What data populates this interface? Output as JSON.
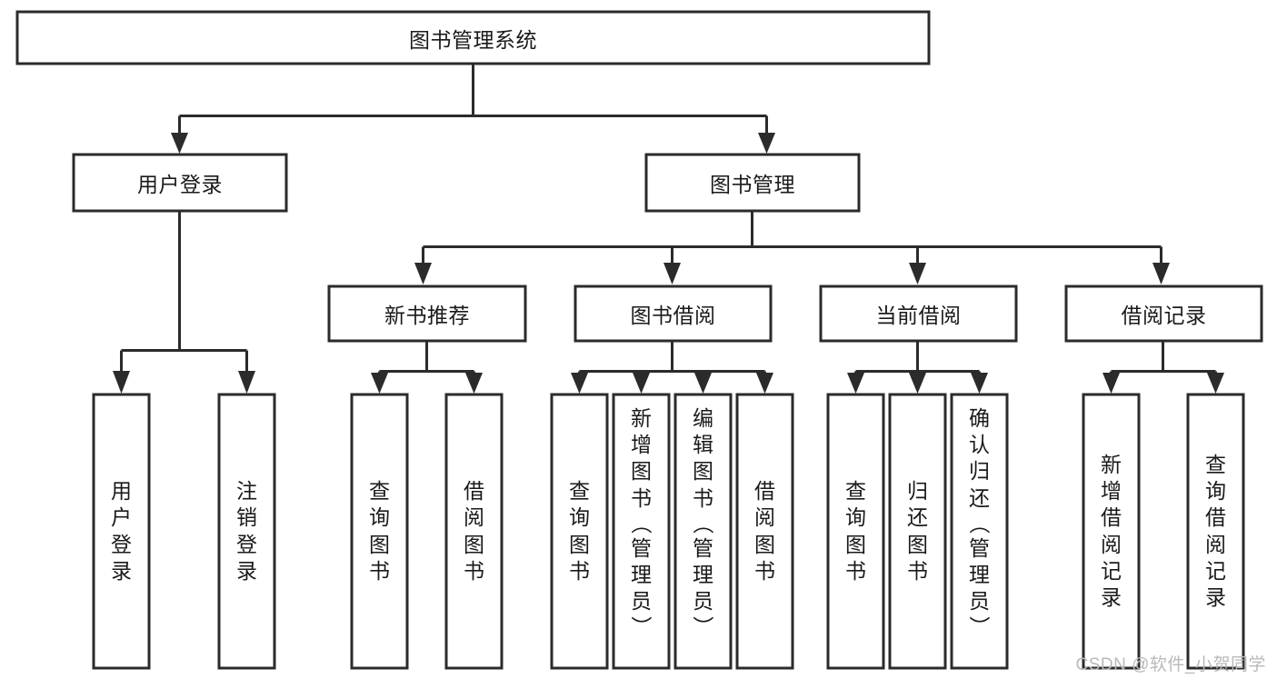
{
  "diagram": {
    "title": "图书管理系统",
    "watermark": "CSDN @软件_小贺同学",
    "colors": {
      "stroke": "#2b2b2b",
      "box_fill": "#ffffff",
      "text": "#1a1a1a",
      "background": "#ffffff",
      "watermark": "#b9b9b9"
    },
    "root": {
      "label": "图书管理系统",
      "level": 1
    },
    "level2": [
      {
        "label": "用户登录"
      },
      {
        "label": "图书管理"
      }
    ],
    "level3": [
      {
        "label": "新书推荐"
      },
      {
        "label": "图书借阅"
      },
      {
        "label": "当前借阅"
      },
      {
        "label": "借阅记录"
      }
    ],
    "leaves": {
      "user_login": [
        {
          "label": "用户登录"
        },
        {
          "label": "注销登录"
        }
      ],
      "new_book_recommend": [
        {
          "label": "查询图书"
        },
        {
          "label": "借阅图书"
        }
      ],
      "book_borrow": [
        {
          "label": "查询图书"
        },
        {
          "label": "新增图书（管理员）"
        },
        {
          "label": "编辑图书（管理员）"
        },
        {
          "label": "借阅图书"
        }
      ],
      "current_borrow": [
        {
          "label": "查询图书"
        },
        {
          "label": "归还图书"
        },
        {
          "label": "确认归还（管理员）"
        }
      ],
      "borrow_record": [
        {
          "label": "新增借阅记录"
        },
        {
          "label": "查询借阅记录"
        }
      ]
    }
  }
}
